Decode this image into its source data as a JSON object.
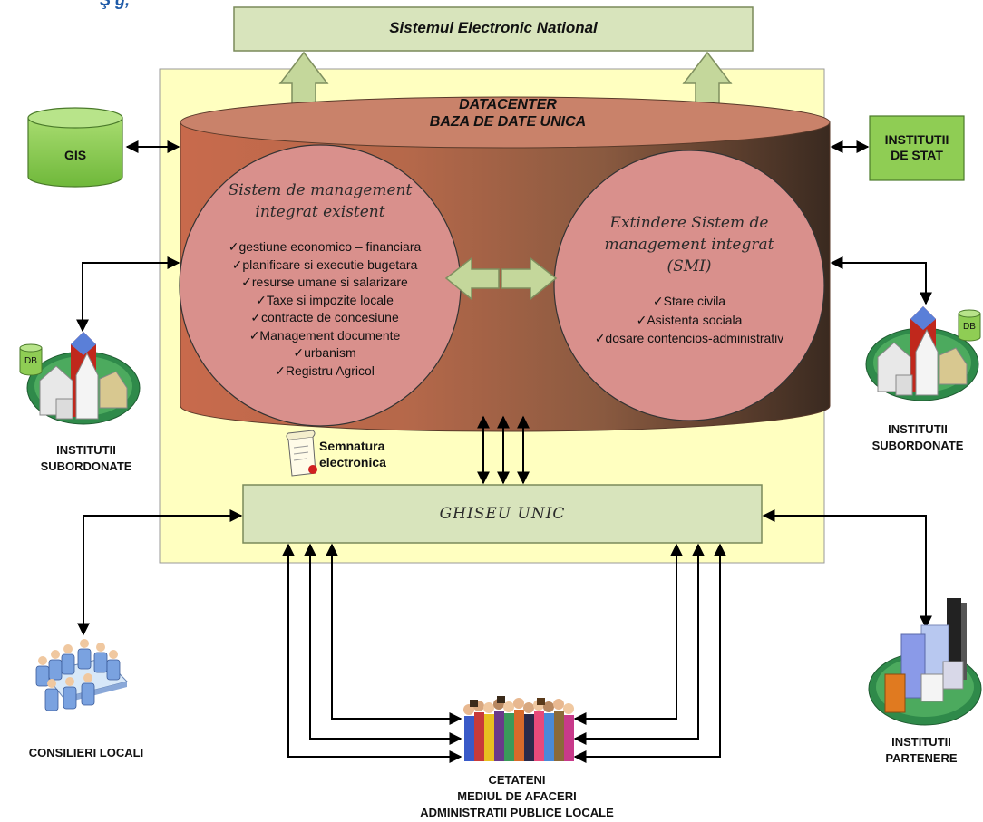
{
  "top_fragment": "Ş g,",
  "national_system": "Sistemul Electronic National",
  "datacenter": {
    "line1": "DATACENTER",
    "line2": "BAZA DE DATE UNICA"
  },
  "gis": "GIS",
  "state_institutions": {
    "line1": "INSTITUTII",
    "line2": "DE STAT"
  },
  "existing_system": {
    "title_line1": "Sistem de management",
    "title_line2": "integrat existent",
    "items": [
      "gestiune economico – financiara",
      "planificare si executie bugetara",
      "resurse umane si salarizare",
      "Taxe si impozite locale",
      "contracte de concesiune",
      "Management documente",
      "urbanism",
      "Registru Agricol"
    ]
  },
  "extension_system": {
    "title_line1": "Extindere Sistem de",
    "title_line2": "management integrat",
    "title_line3": "(SMI)",
    "items": [
      "Stare civila",
      "Asistenta sociala",
      "dosare contencios-administrativ"
    ]
  },
  "db_label": "DB",
  "subordinate_left": {
    "line1": "INSTITUTII",
    "line2": "SUBORDONATE"
  },
  "subordinate_right": {
    "line1": "INSTITUTII",
    "line2": "SUBORDONATE"
  },
  "signature": {
    "line1": "Semnatura",
    "line2": "electronica"
  },
  "single_desk": "GHISEU UNIC",
  "local_councillors": "CONSILIERI LOCALI",
  "partners": {
    "line1": "INSTITUTII",
    "line2": "PARTENERE"
  },
  "citizens": {
    "line1": "CETATENI",
    "line2": "MEDIUL DE AFACERI",
    "line3": "ADMINISTRATII PUBLICE LOCALE"
  }
}
